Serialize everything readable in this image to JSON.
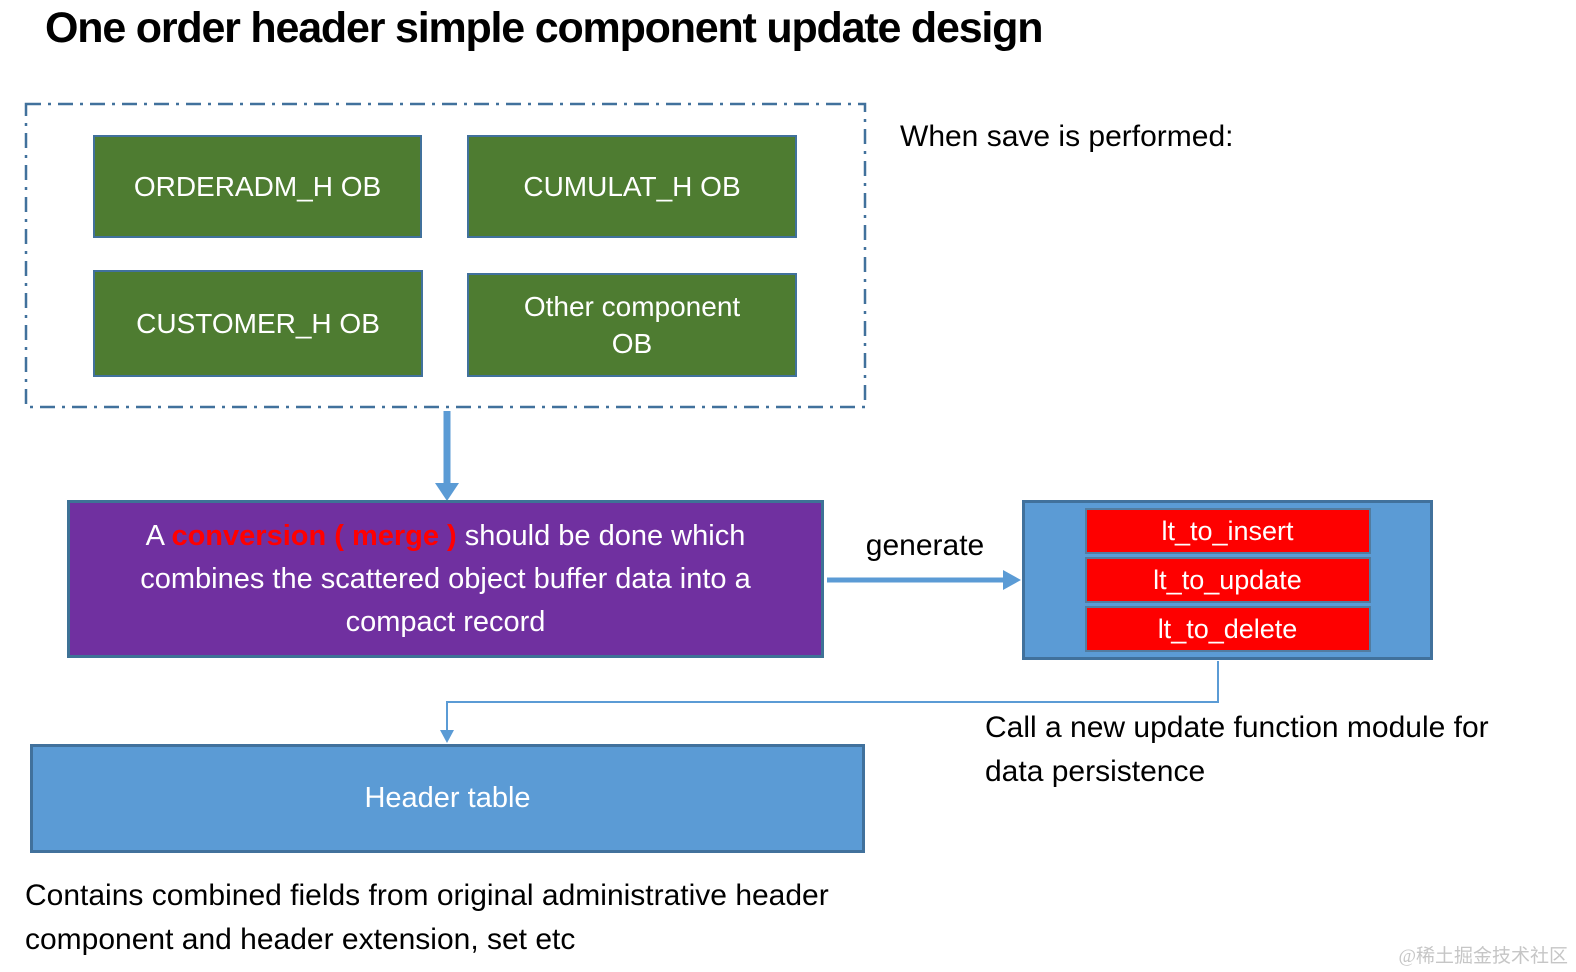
{
  "title": "One order header simple component update design",
  "object_buffer_group": {
    "items": [
      {
        "label": "ORDERADM_H OB"
      },
      {
        "label": "CUMULAT_H OB"
      },
      {
        "label": "CUSTOMER_H OB"
      },
      {
        "label": "Other component OB"
      }
    ]
  },
  "when_save_label": "When save is performed:",
  "conversion_box": {
    "prefix": "A ",
    "highlight": "conversion ( merge )",
    "suffix": " should be done which combines the scattered object buffer data into a compact record"
  },
  "generate_label": "generate",
  "generated_tables": {
    "items": [
      "lt_to_insert",
      "lt_to_update",
      "lt_to_delete"
    ]
  },
  "call_note": "Call a new update function module for data persistence",
  "header_table_label": "Header table",
  "bottom_note": "Contains combined fields from original administrative header component and header extension, set etc",
  "watermark": "@稀土掘金技术社区",
  "colors": {
    "buffer_green": "#4e7c31",
    "conversion_purple": "#7030a0",
    "table_blue": "#5b9bd5",
    "highlight_red": "#ff0000",
    "border_blue": "#41719c",
    "arrow_blue": "#5b9bd5",
    "watermark_gray": "#c6c6c6"
  }
}
